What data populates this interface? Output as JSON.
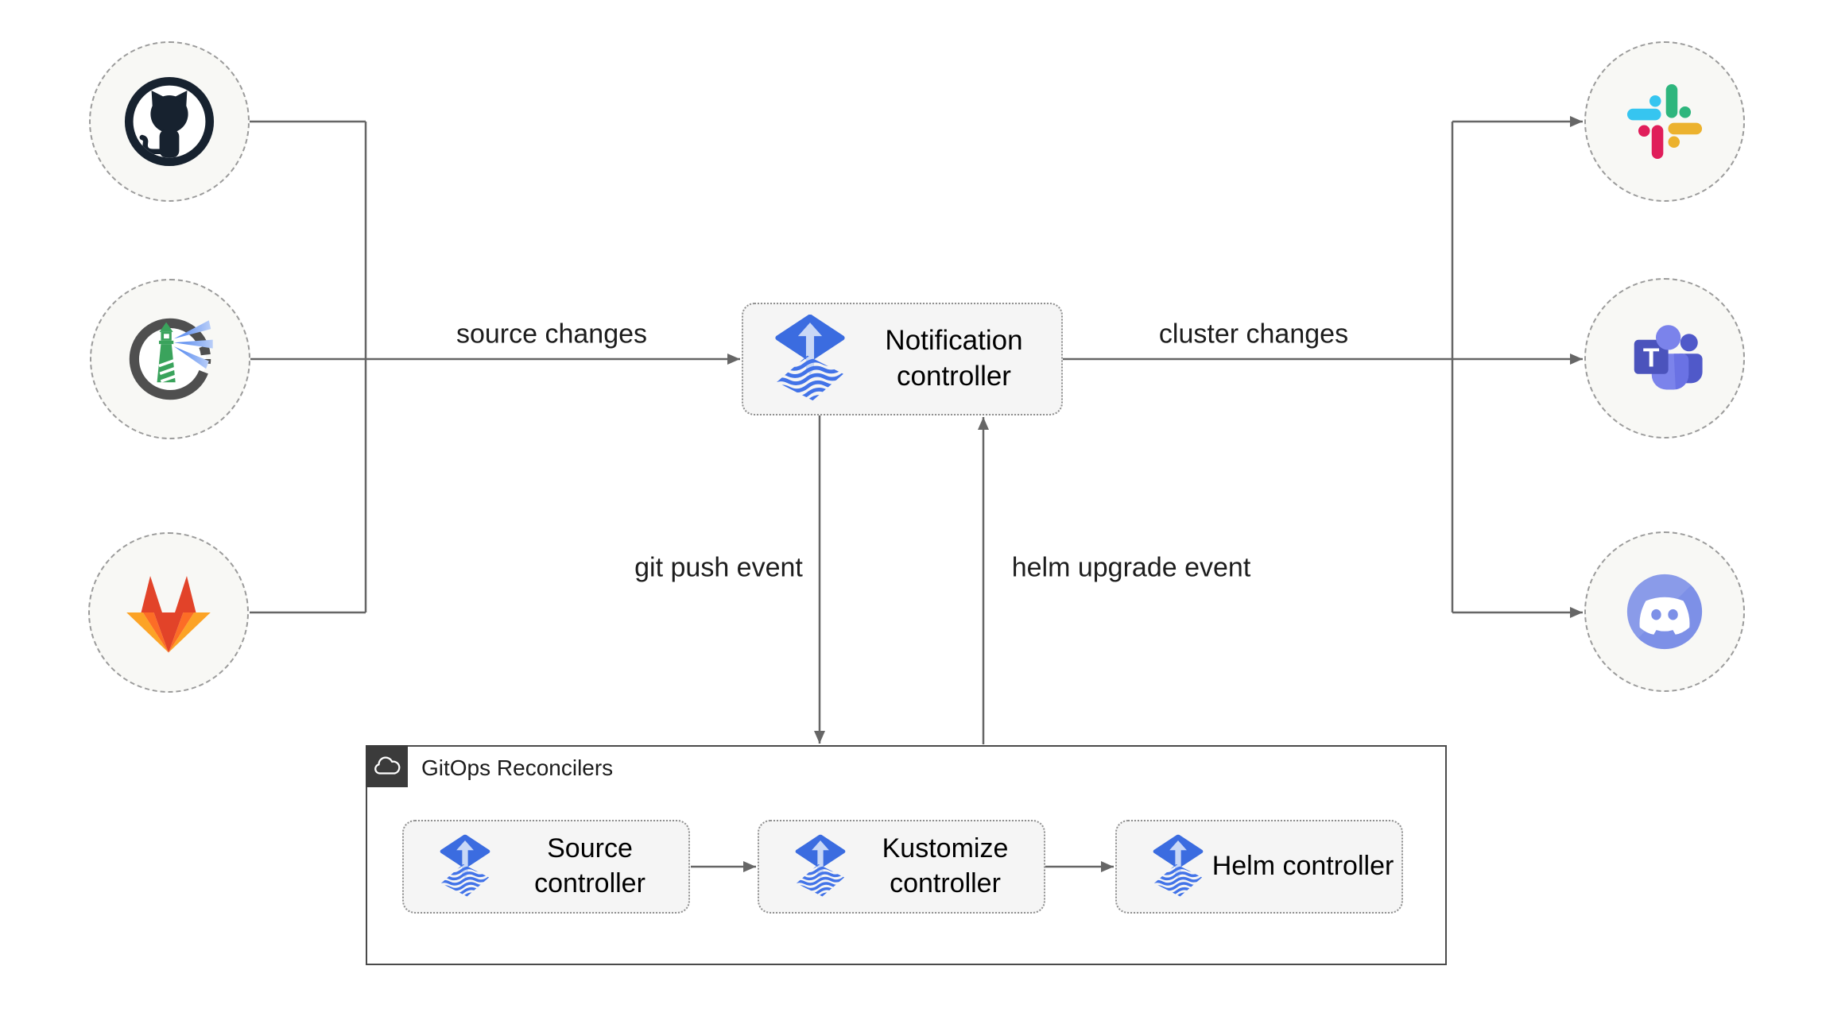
{
  "labels": {
    "source_changes": "source changes",
    "cluster_changes": "cluster changes",
    "git_push_event": "git push event",
    "helm_upgrade_event": "helm upgrade event",
    "group_title": "GitOps Reconcilers",
    "notification_controller": "Notification controller",
    "source_controller": "Source controller",
    "kustomize_controller": "Kustomize controller",
    "helm_controller": "Helm controller"
  },
  "icons": {
    "left_sources": [
      "github-icon",
      "harbor-icon",
      "gitlab-icon"
    ],
    "right_targets": [
      "slack-icon",
      "ms-teams-icon",
      "discord-icon"
    ],
    "controller_logo": "flux-icon",
    "group_badge": "cloud-icon"
  },
  "colors": {
    "background": "#ffffff",
    "connector": "#666666",
    "node_fill": "#f5f5f5",
    "node_border": "#8f8f8f",
    "circle_fill": "#f8f8f5",
    "circle_border": "#9b9b9b",
    "group_border": "#4a4a4a",
    "badge_bg": "#3b3b3b",
    "text": "#141414",
    "flux_blue": "#3b6ce0",
    "flux_stripe_blue": "#4273e8",
    "flux_arrow_light": "#c9d8f6",
    "slack": [
      "#36c5f0",
      "#2eb67d",
      "#ecb22e",
      "#e01e5a"
    ],
    "teams": [
      "#4b53bc",
      "#5059c9",
      "#7b83eb"
    ],
    "discord": "#7d90e7",
    "gitlab": [
      "#e24329",
      "#fc6d26",
      "#fca326"
    ],
    "github": "#17222f",
    "harbor": [
      "#4f4f4f",
      "#3aa35c",
      "#4c82ee"
    ]
  }
}
